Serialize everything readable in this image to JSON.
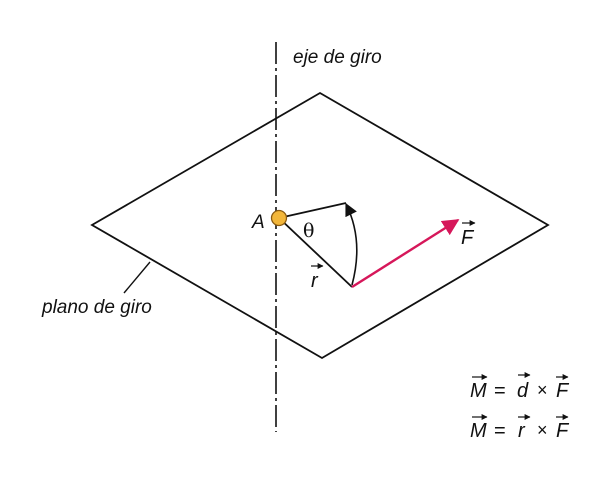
{
  "diagram": {
    "axis_label": "eje de giro",
    "plane_label": "plano de giro",
    "point_label": "A",
    "angle_label": "θ",
    "position_vector_label": "r",
    "force_vector_label": "F",
    "formula_1": {
      "lhs": "M",
      "eq": "=",
      "a": "d",
      "op": "×",
      "b": "F"
    },
    "formula_2": {
      "lhs": "M",
      "eq": "=",
      "a": "r",
      "op": "×",
      "b": "F"
    },
    "colors": {
      "force_vector": "#d6175a",
      "point_fill": "#f2b63a",
      "lines": "#111111"
    }
  }
}
